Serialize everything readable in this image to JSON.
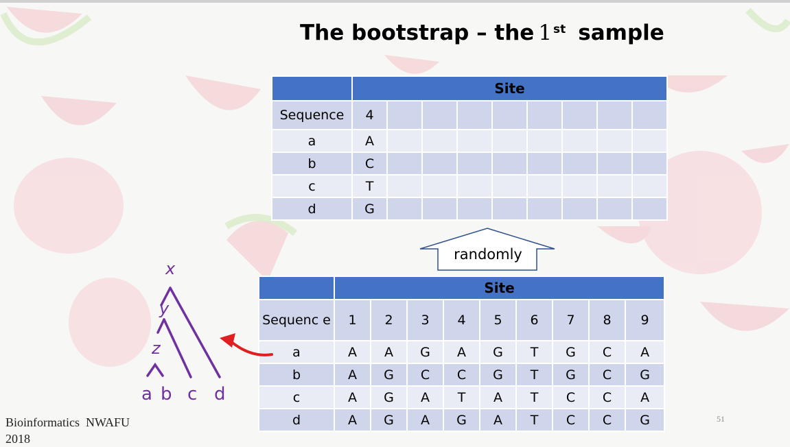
{
  "slide": {
    "title_main": "The bootstrap – the",
    "title_ord_num": "1",
    "title_ord_sup": "st",
    "title_tail": "sample",
    "footer_line1": "Bioinformatics  NWAFU",
    "footer_line2": "2018",
    "page_number": "51"
  },
  "top_table": {
    "header": "Site",
    "col_label": "Sequence",
    "site_number": "4",
    "rows": [
      {
        "label": "a",
        "value": "A"
      },
      {
        "label": "b",
        "value": "C"
      },
      {
        "label": "c",
        "value": "T"
      },
      {
        "label": "d",
        "value": "G"
      }
    ]
  },
  "arrow": {
    "label": "randomly"
  },
  "bottom_table": {
    "header": "Site",
    "col_label": "Sequenc e",
    "sites": [
      "1",
      "2",
      "3",
      "4",
      "5",
      "6",
      "7",
      "8",
      "9"
    ],
    "rows": [
      {
        "label": "a",
        "values": [
          "A",
          "A",
          "G",
          "A",
          "G",
          "T",
          "G",
          "C",
          "A"
        ]
      },
      {
        "label": "b",
        "values": [
          "A",
          "G",
          "C",
          "C",
          "G",
          "T",
          "G",
          "C",
          "G"
        ]
      },
      {
        "label": "c",
        "values": [
          "A",
          "G",
          "A",
          "T",
          "A",
          "T",
          "C",
          "C",
          "A"
        ]
      },
      {
        "label": "d",
        "values": [
          "A",
          "G",
          "A",
          "G",
          "A",
          "T",
          "C",
          "C",
          "G"
        ]
      }
    ]
  },
  "tree": {
    "nodes": [
      "x",
      "y",
      "z"
    ],
    "leaves": [
      "a",
      "b",
      "c",
      "d"
    ],
    "color": "#7030a0",
    "pointer_color": "#e02020"
  },
  "colors": {
    "header_blue": "#4472c4",
    "row_dark": "#cfd5ea",
    "row_light": "#e9ebf5"
  }
}
